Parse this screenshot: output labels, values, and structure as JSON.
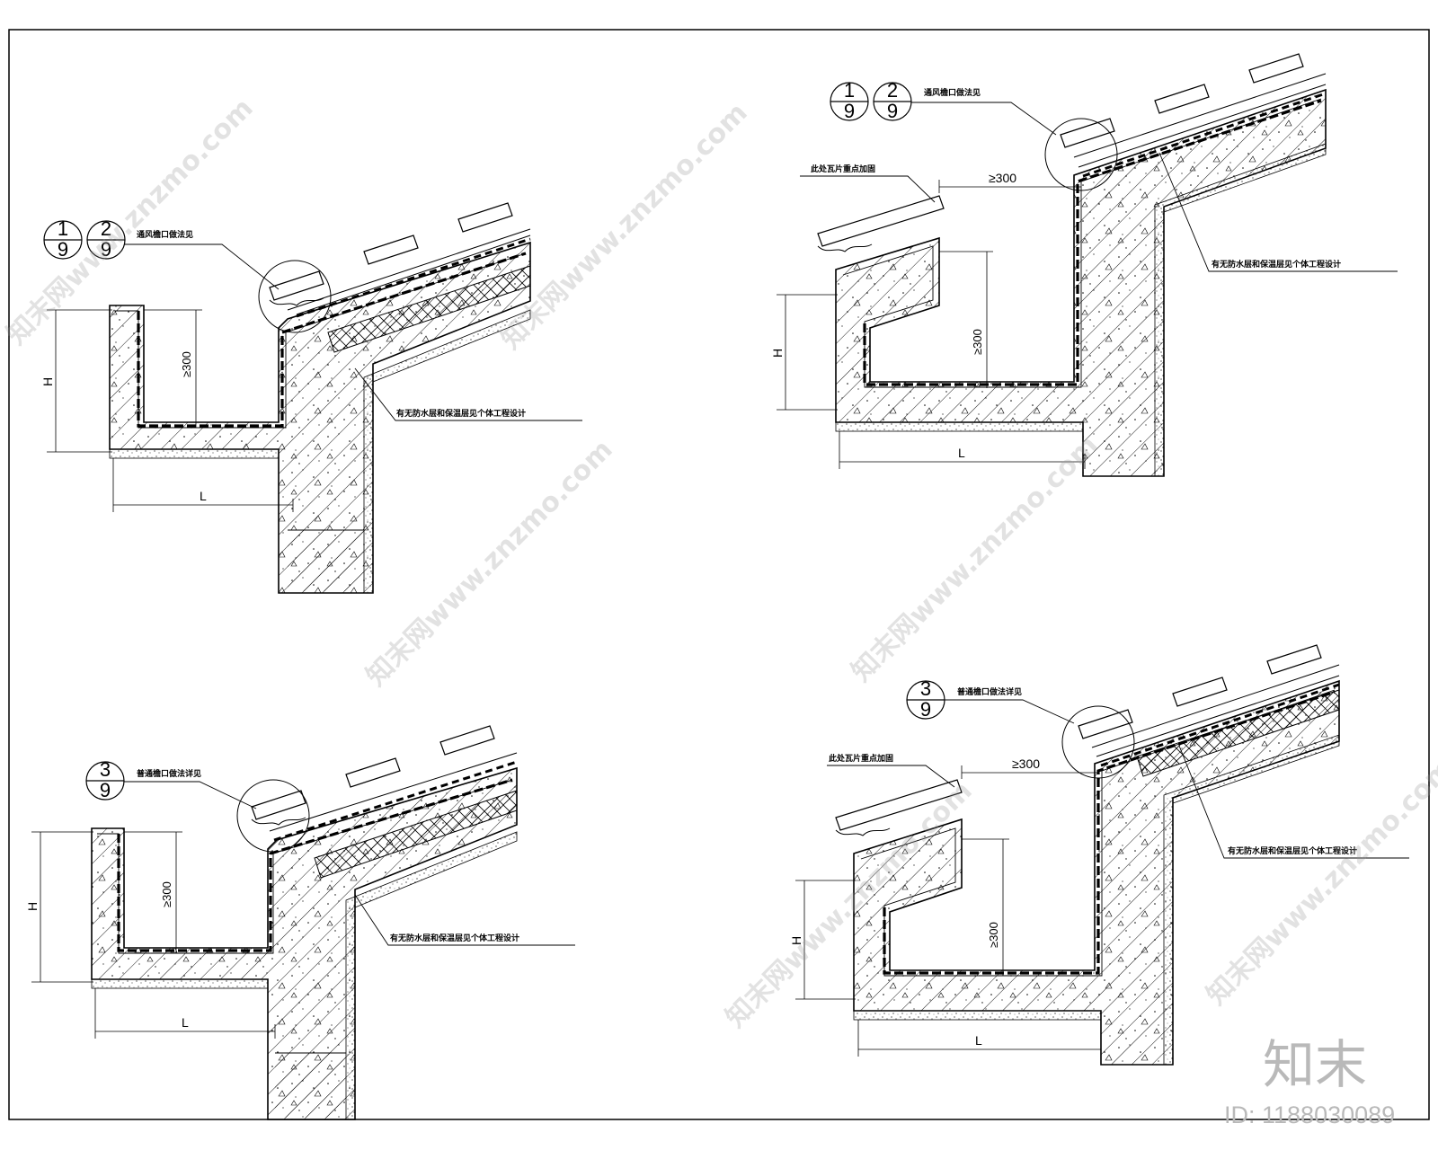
{
  "details": [
    {
      "id": "detail-top-left",
      "ref_symbols": [
        {
          "top": "1",
          "bottom": "9"
        },
        {
          "top": "2",
          "bottom": "9"
        }
      ],
      "ref_note": "通风檐口做法见",
      "layer_note": "有无防水层和保温层见个体工程设计",
      "min_depth": "≥300",
      "dim_height": "H",
      "dim_length": "L"
    },
    {
      "id": "detail-top-right",
      "ref_symbols": [
        {
          "top": "1",
          "bottom": "9"
        },
        {
          "top": "2",
          "bottom": "9"
        }
      ],
      "ref_note": "通风檐口做法见",
      "tile_note": "此处瓦片重点加固",
      "layer_note": "有无防水层和保温层见个体工程设计",
      "min_depth": "≥300",
      "min_offset": "≥300",
      "dim_height": "H",
      "dim_length": "L"
    },
    {
      "id": "detail-bottom-left",
      "ref_symbols": [
        {
          "top": "3",
          "bottom": "9"
        }
      ],
      "ref_note": "普通檐口做法详见",
      "layer_note": "有无防水层和保温层见个体工程设计",
      "min_depth": "≥300",
      "dim_height": "H",
      "dim_length": "L"
    },
    {
      "id": "detail-bottom-right",
      "ref_symbols": [
        {
          "top": "3",
          "bottom": "9"
        }
      ],
      "ref_note": "普通檐口做法详见",
      "tile_note": "此处瓦片重点加固",
      "layer_note": "有无防水层和保温层见个体工程设计",
      "min_depth": "≥300",
      "min_offset": "≥300",
      "dim_height": "H",
      "dim_length": "L"
    }
  ],
  "watermark": {
    "text": "知末网www.znzmo.com",
    "brand": "知末",
    "id_label": "ID: 1188030089"
  },
  "colors": {
    "line": "#000000",
    "watermark": "#b9b9b9"
  }
}
